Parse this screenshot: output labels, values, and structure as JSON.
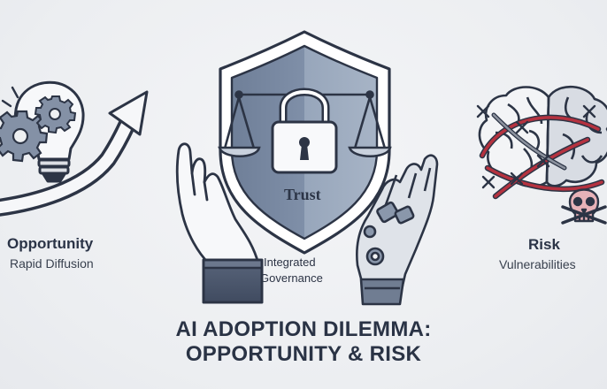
{
  "title": {
    "line1": "AI ADOPTION DILEMMA:",
    "line2": "OPPORTUNITY & RISK"
  },
  "opportunity": {
    "label": "Opportunity",
    "sublabel": "Rapid Diffusion",
    "icons": [
      "lightbulb-icon",
      "gear-icon",
      "rising-arrow-icon"
    ]
  },
  "trust": {
    "shield_label": "Trust",
    "caption_line1": "Integrated",
    "caption_line2": "Governance",
    "icons": [
      "shield-icon",
      "padlock-icon",
      "scales-icon",
      "human-hand-icon",
      "robot-hand-icon"
    ]
  },
  "risk": {
    "label": "Risk",
    "sublabel": "Vulnerabilities",
    "icons": [
      "brain-icon",
      "barbed-wire-icon",
      "skull-icon"
    ]
  },
  "colors": {
    "ink": "#2c3445",
    "shield": "#7e8ea6",
    "accent_red": "#b5323f",
    "skull_pink": "#e7b2b8",
    "background": "#eef0f2"
  }
}
